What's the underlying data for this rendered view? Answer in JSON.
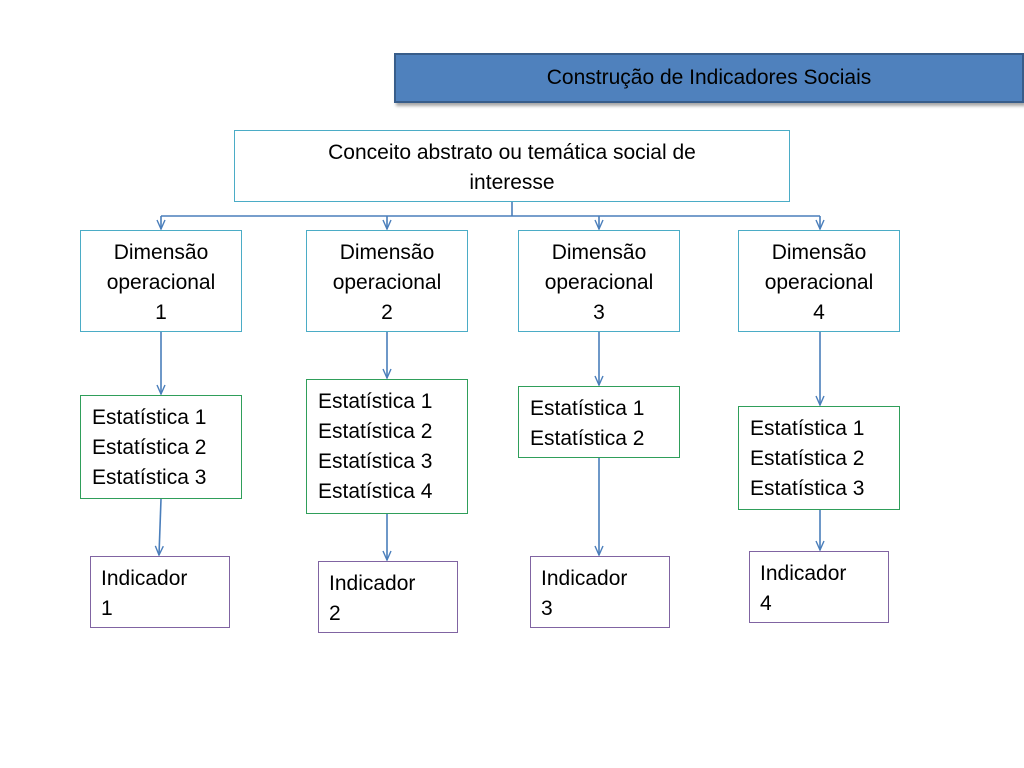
{
  "diagram": {
    "title": "Construção de Indicadores Sociais",
    "concept": {
      "lines": [
        "Conceito abstrato ou temática social de",
        "interesse"
      ]
    },
    "dimensions": [
      {
        "lines": [
          "Dimensão",
          "operacional",
          "1"
        ]
      },
      {
        "lines": [
          "Dimensão",
          "operacional",
          "2"
        ]
      },
      {
        "lines": [
          "Dimensão",
          "operacional",
          "3"
        ]
      },
      {
        "lines": [
          "Dimensão",
          "operacional",
          "4"
        ]
      }
    ],
    "statistics": [
      {
        "lines": [
          "Estatística 1",
          "Estatística 2",
          "Estatística 3"
        ]
      },
      {
        "lines": [
          "Estatística 1",
          "Estatística 2",
          "Estatística 3",
          "Estatística 4"
        ]
      },
      {
        "lines": [
          "Estatística 1",
          "Estatística 2"
        ]
      },
      {
        "lines": [
          "Estatística 1",
          "Estatística 2",
          "Estatística 3"
        ]
      }
    ],
    "indicators": [
      {
        "lines": [
          "Indicador",
          "1"
        ]
      },
      {
        "lines": [
          "Indicador",
          "2"
        ]
      },
      {
        "lines": [
          "Indicador",
          "3"
        ]
      },
      {
        "lines": [
          "Indicador",
          "4"
        ]
      }
    ],
    "colors": {
      "title_fill": "#4f81bd",
      "title_border": "#385d8a",
      "concept_border": "#4bacc6",
      "dimension_border": "#4bacc6",
      "statistic_border": "#2f9e5a",
      "indicator_border": "#8064a2",
      "connector": "#4a7ebb"
    }
  }
}
